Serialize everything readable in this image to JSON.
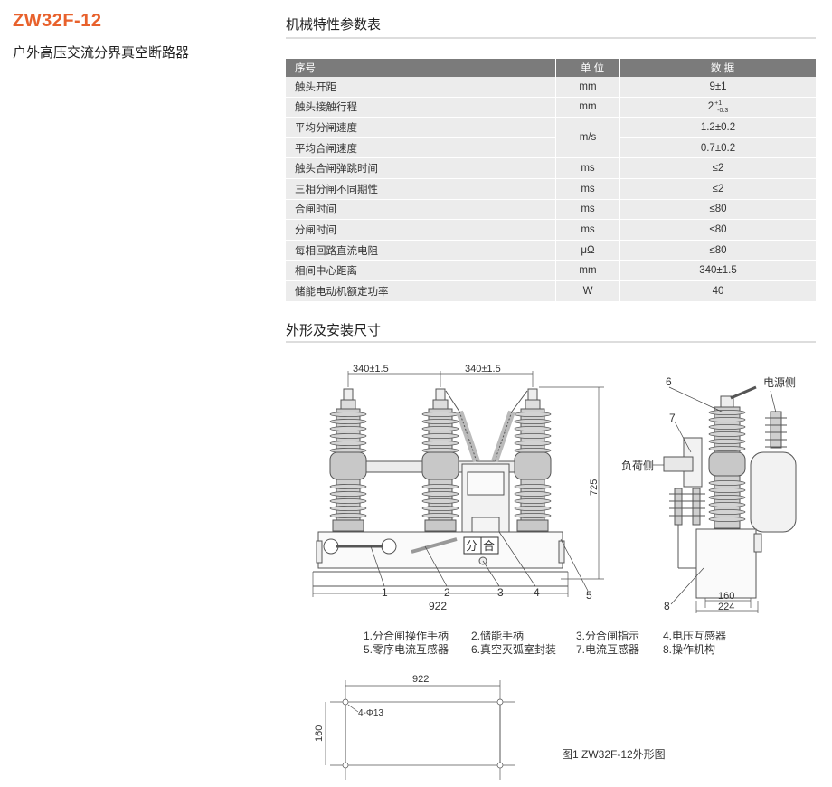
{
  "header": {
    "model": "ZW32F-12",
    "subtitle": "户外高压交流分界真空断路器"
  },
  "params_section": {
    "title": "机械特性参数表",
    "columns": [
      "序号",
      "单 位",
      "数 据"
    ],
    "rows": [
      {
        "name": "触头开距",
        "unit": "mm",
        "value": "9±1"
      },
      {
        "name": "触头接触行程",
        "unit": "mm",
        "value": "2",
        "value_sup": "+1",
        "value_sub": "-0.3"
      },
      {
        "name": "平均分闸速度",
        "unit": "m/s",
        "value": "1.2±0.2"
      },
      {
        "name": "平均合闸速度",
        "unit": "",
        "value": "0.7±0.2"
      },
      {
        "name": "触头合闸弹跳时间",
        "unit": "ms",
        "value": "≤2"
      },
      {
        "name": "三相分闸不同期性",
        "unit": "ms",
        "value": "≤2"
      },
      {
        "name": "合闸时间",
        "unit": "ms",
        "value": "≤80"
      },
      {
        "name": "分闸时间",
        "unit": "ms",
        "value": "≤80"
      },
      {
        "name": "每相回路直流电阻",
        "unit": "μΩ",
        "value": "≤80"
      },
      {
        "name": "相间中心距离",
        "unit": "mm",
        "value": "340±1.5"
      },
      {
        "name": "储能电动机额定功率",
        "unit": "W",
        "value": "40"
      }
    ]
  },
  "drawing_section": {
    "title": "外形及安装尺寸",
    "dims": {
      "pitch_left": "340±1.5",
      "pitch_right": "340±1.5",
      "height": "725",
      "width": "922",
      "side_160": "160",
      "side_224": "224",
      "plan_width": "922",
      "plan_height": "160",
      "holes": "4-Φ13"
    },
    "callouts": [
      "1",
      "2",
      "3",
      "4",
      "5",
      "6",
      "7",
      "8"
    ],
    "indicator_text": [
      "分",
      "合"
    ],
    "side_labels": {
      "power_side": "电源侧",
      "load_side": "负荷侧"
    },
    "legend": [
      [
        "1.分合闸操作手柄",
        "2.储能手柄",
        "3.分合闸指示",
        "4.电压互感器"
      ],
      [
        "5.零序电流互感器",
        "6.真空灭弧室封装",
        "7.电流互感器",
        "8.操作机构"
      ]
    ],
    "caption": "图1 ZW32F-12外形图"
  }
}
